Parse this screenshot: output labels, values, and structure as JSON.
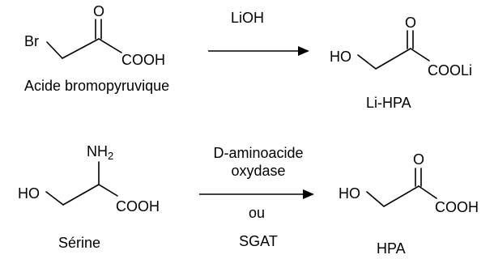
{
  "reaction1": {
    "reactant": {
      "name": "Acide bromopyruvique",
      "atom_br": "Br",
      "atom_o": "O",
      "group_acid": "COOH"
    },
    "reagent": "LiOH",
    "product": {
      "name": "Li-HPA",
      "group_ho": "HO",
      "atom_o": "O",
      "group_salt": "COOLi"
    }
  },
  "reaction2": {
    "reactant": {
      "name": "Sérine",
      "group_nh": "NH",
      "subscript": "2",
      "group_ho": "HO",
      "group_acid": "COOH"
    },
    "reagent_top_line1": "D-aminoacide",
    "reagent_top_line2": "oxydase",
    "reagent_or": "ou",
    "reagent_bottom": "SGAT",
    "product": {
      "name": "HPA",
      "group_ho": "HO",
      "atom_o": "O",
      "group_acid": "COOH"
    }
  }
}
